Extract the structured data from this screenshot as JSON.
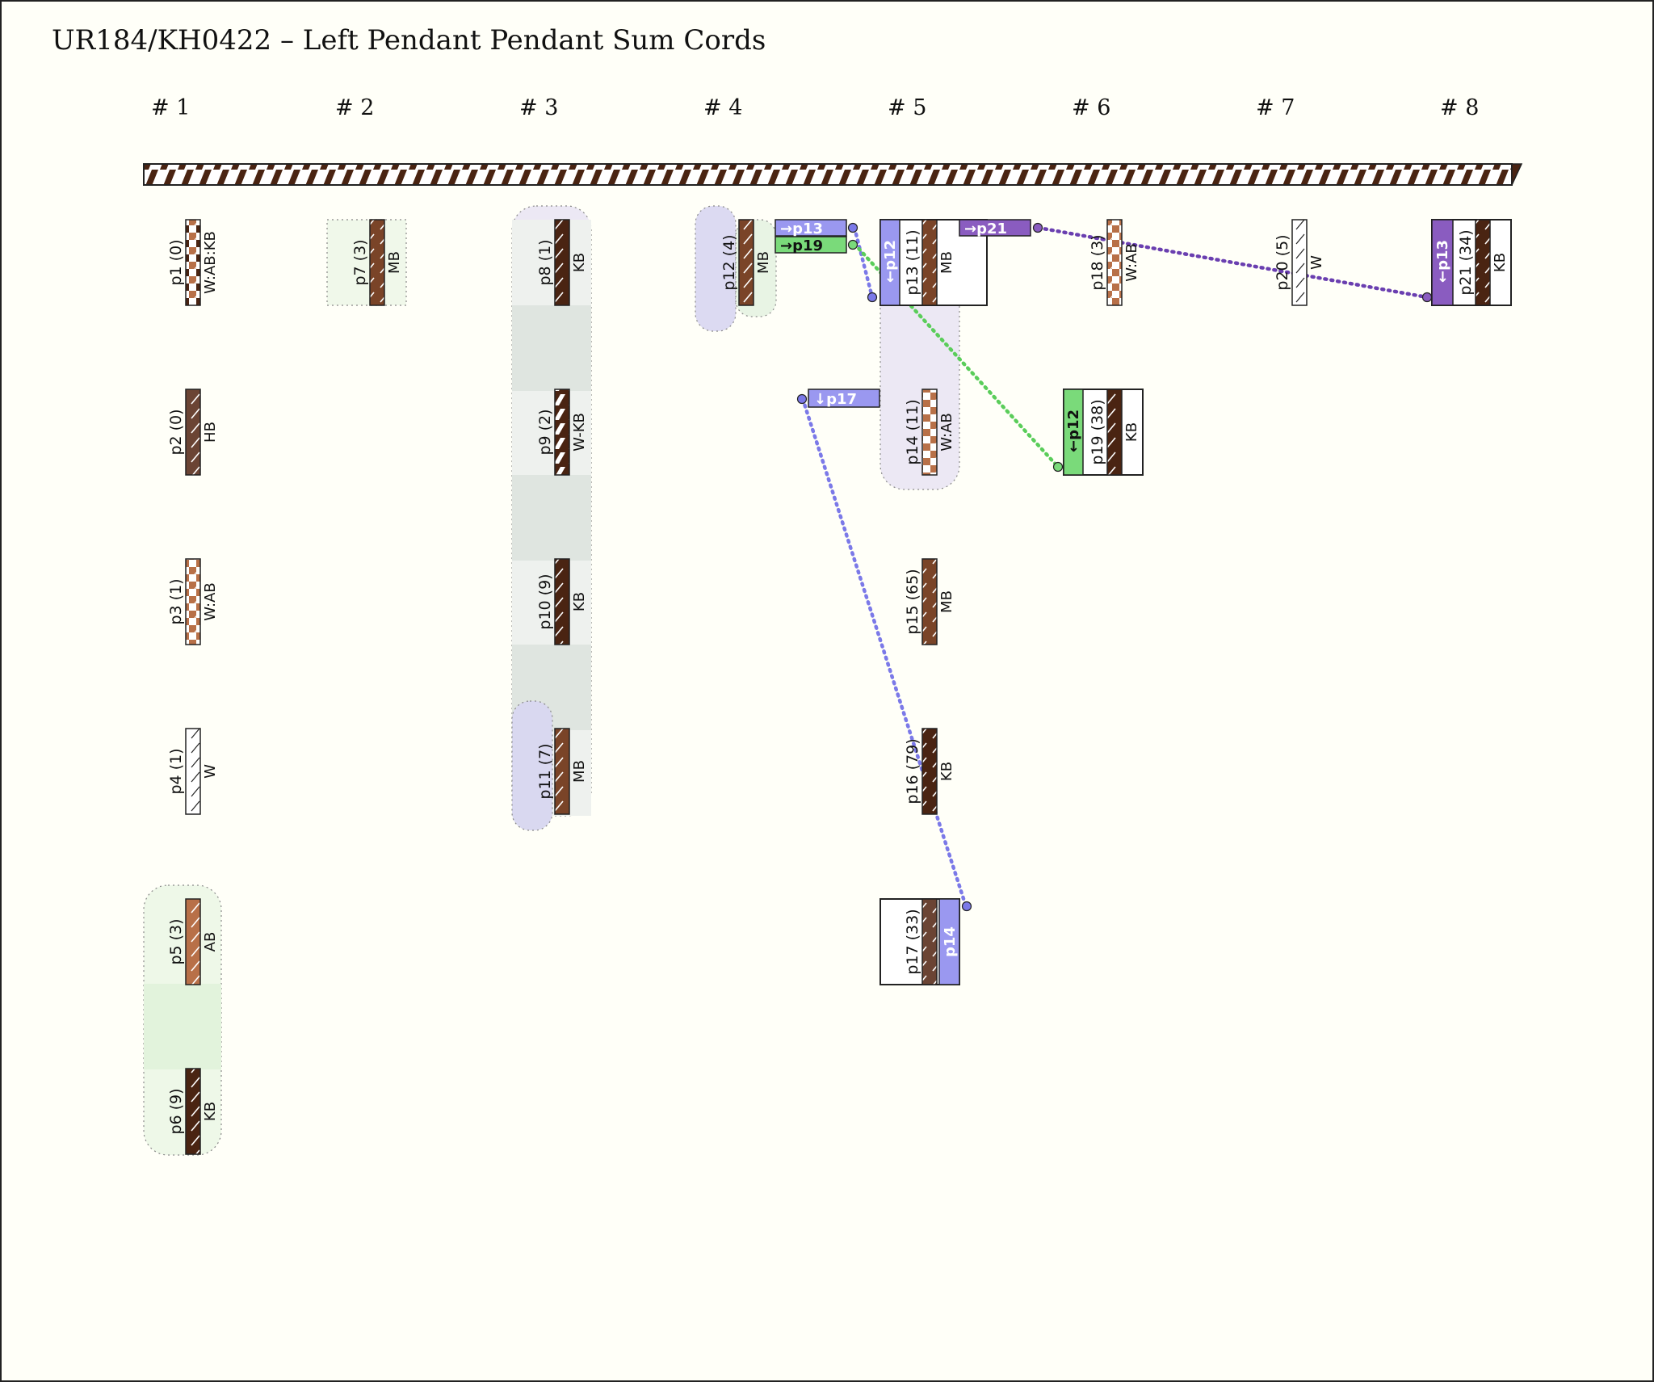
{
  "title": "UR184/KH0422 – Left Pendant Pendant Sum Cords",
  "groups": [
    "# 1",
    "# 2",
    "# 3",
    "# 4",
    "# 5",
    "# 6",
    "# 7",
    "# 8"
  ],
  "cords": [
    {
      "id": "p1",
      "label": "p1 (0)",
      "color": "W:AB:KB"
    },
    {
      "id": "p2",
      "label": "p2 (0)",
      "color": "HB"
    },
    {
      "id": "p3",
      "label": "p3 (1)",
      "color": "W:AB"
    },
    {
      "id": "p4",
      "label": "p4 (1)",
      "color": "W"
    },
    {
      "id": "p5",
      "label": "p5 (3)",
      "color": "AB"
    },
    {
      "id": "p6",
      "label": "p6 (9)",
      "color": "KB"
    },
    {
      "id": "p7",
      "label": "p7 (3)",
      "color": "MB"
    },
    {
      "id": "p8",
      "label": "p8 (1)",
      "color": "KB"
    },
    {
      "id": "p9",
      "label": "p9 (2)",
      "color": "W-KB"
    },
    {
      "id": "p10",
      "label": "p10 (9)",
      "color": "KB"
    },
    {
      "id": "p11",
      "label": "p11 (7)",
      "color": "MB"
    },
    {
      "id": "p12",
      "label": "p12 (4)",
      "color": "MB"
    },
    {
      "id": "p13",
      "label": "p13 (11)",
      "color": "MB"
    },
    {
      "id": "p14",
      "label": "p14 (11)",
      "color": "W:AB"
    },
    {
      "id": "p15",
      "label": "p15 (65)",
      "color": "MB"
    },
    {
      "id": "p16",
      "label": "p16 (79)",
      "color": "KB"
    },
    {
      "id": "p17",
      "label": "p17 (33)",
      "color": ""
    },
    {
      "id": "p18",
      "label": "p18 (3)",
      "color": "W:AB"
    },
    {
      "id": "p19",
      "label": "p19 (38)",
      "color": "KB"
    },
    {
      "id": "p20",
      "label": "p20 (5)",
      "color": "W"
    },
    {
      "id": "p21",
      "label": "p21 (34)",
      "color": "KB"
    }
  ],
  "sum_tags": {
    "p12_to_p13": "→p13",
    "p12_to_p19": "→p19",
    "p13_from_p12": "←p12",
    "p13_to_p21": "→p21",
    "p14_down_p17": "↓p17",
    "p17_from_p14": "p14",
    "p19_from_p12": "←p12",
    "p21_from_p13": "←p13"
  },
  "colors": {
    "background": "#fffff8",
    "brown_dark": "#4a2412",
    "brown_medium": "#7a4428",
    "brown_light": "#b87048",
    "sum_blue": "#9a98f0",
    "sum_green": "#7ada7a",
    "sum_purple": "#8a5cc0",
    "link_blue": "#7b79e8",
    "link_green": "#5acd5a",
    "link_purple": "#6a3fb0"
  }
}
